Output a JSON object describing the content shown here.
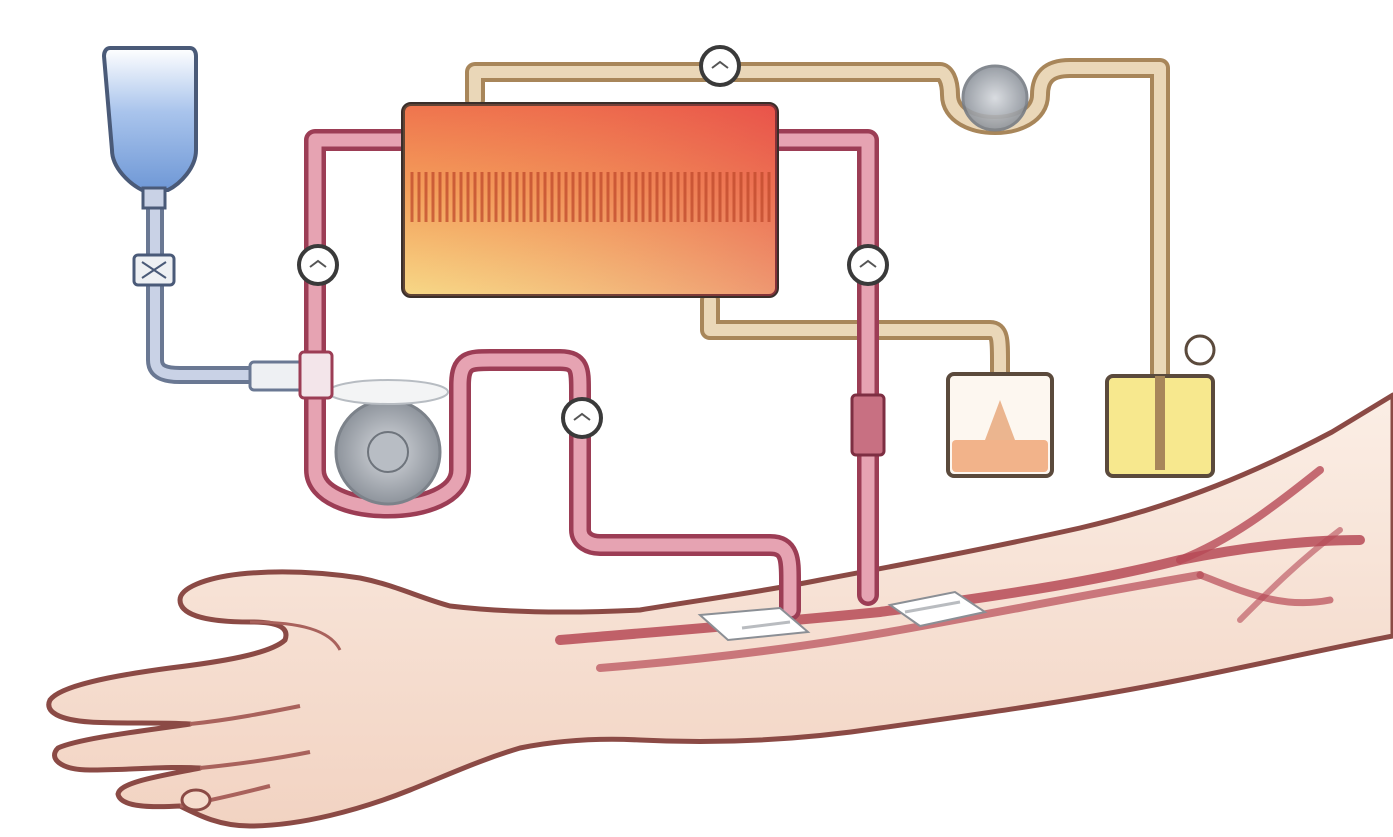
{
  "labels": [],
  "colors": {
    "background": "#ffffff",
    "blood_line": "#b8506a",
    "blood_line_inner": "#e8a7b3",
    "dialysate_line": "#c6a57a",
    "dialysate_line_inner": "#ead7b8",
    "saline": "#6f98d6",
    "dialyzer_top": "#ee5a3c",
    "dialyzer_bottom": "#f7e58a",
    "skin": "#f8e2d4",
    "skin_outline": "#8b4a45",
    "vein": "#b64a56"
  },
  "components": [
    {
      "id": "saline-bag",
      "icon": "iv-bag-icon"
    },
    {
      "id": "dialyzer",
      "icon": "dialyzer-icon"
    },
    {
      "id": "blood-pump",
      "icon": "roller-pump-icon"
    },
    {
      "id": "dialysate-pump",
      "icon": "roller-pump-icon"
    },
    {
      "id": "pressure-monitors",
      "icon": "gauge-icon",
      "count": 4
    },
    {
      "id": "used-dialysate-container",
      "icon": "container-icon"
    },
    {
      "id": "fresh-dialysate-container",
      "icon": "container-icon"
    },
    {
      "id": "arm",
      "icon": "arm-icon"
    }
  ]
}
